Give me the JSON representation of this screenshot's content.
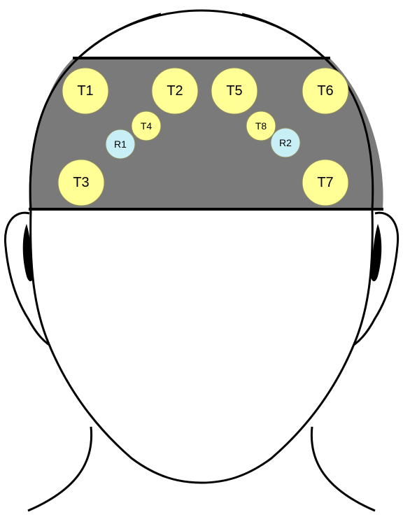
{
  "colors": {
    "background": "#ffffff",
    "outline": "#000000",
    "band": "#7a7a7a",
    "transmitter": "#ffff96",
    "receiver": "#c8eef6"
  },
  "electrodes": [
    {
      "id": "t1",
      "label": "T1",
      "type": "transmitter",
      "size": "large"
    },
    {
      "id": "t2",
      "label": "T2",
      "type": "transmitter",
      "size": "large"
    },
    {
      "id": "t5",
      "label": "T5",
      "type": "transmitter",
      "size": "large"
    },
    {
      "id": "t6",
      "label": "T6",
      "type": "transmitter",
      "size": "large"
    },
    {
      "id": "t4",
      "label": "T4",
      "type": "transmitter",
      "size": "small"
    },
    {
      "id": "t8",
      "label": "T8",
      "type": "transmitter",
      "size": "small"
    },
    {
      "id": "r1",
      "label": "R1",
      "type": "receiver",
      "size": "small"
    },
    {
      "id": "r2",
      "label": "R2",
      "type": "receiver",
      "size": "small"
    },
    {
      "id": "t3",
      "label": "T3",
      "type": "transmitter",
      "size": "large"
    },
    {
      "id": "t7",
      "label": "T7",
      "type": "transmitter",
      "size": "large"
    }
  ]
}
